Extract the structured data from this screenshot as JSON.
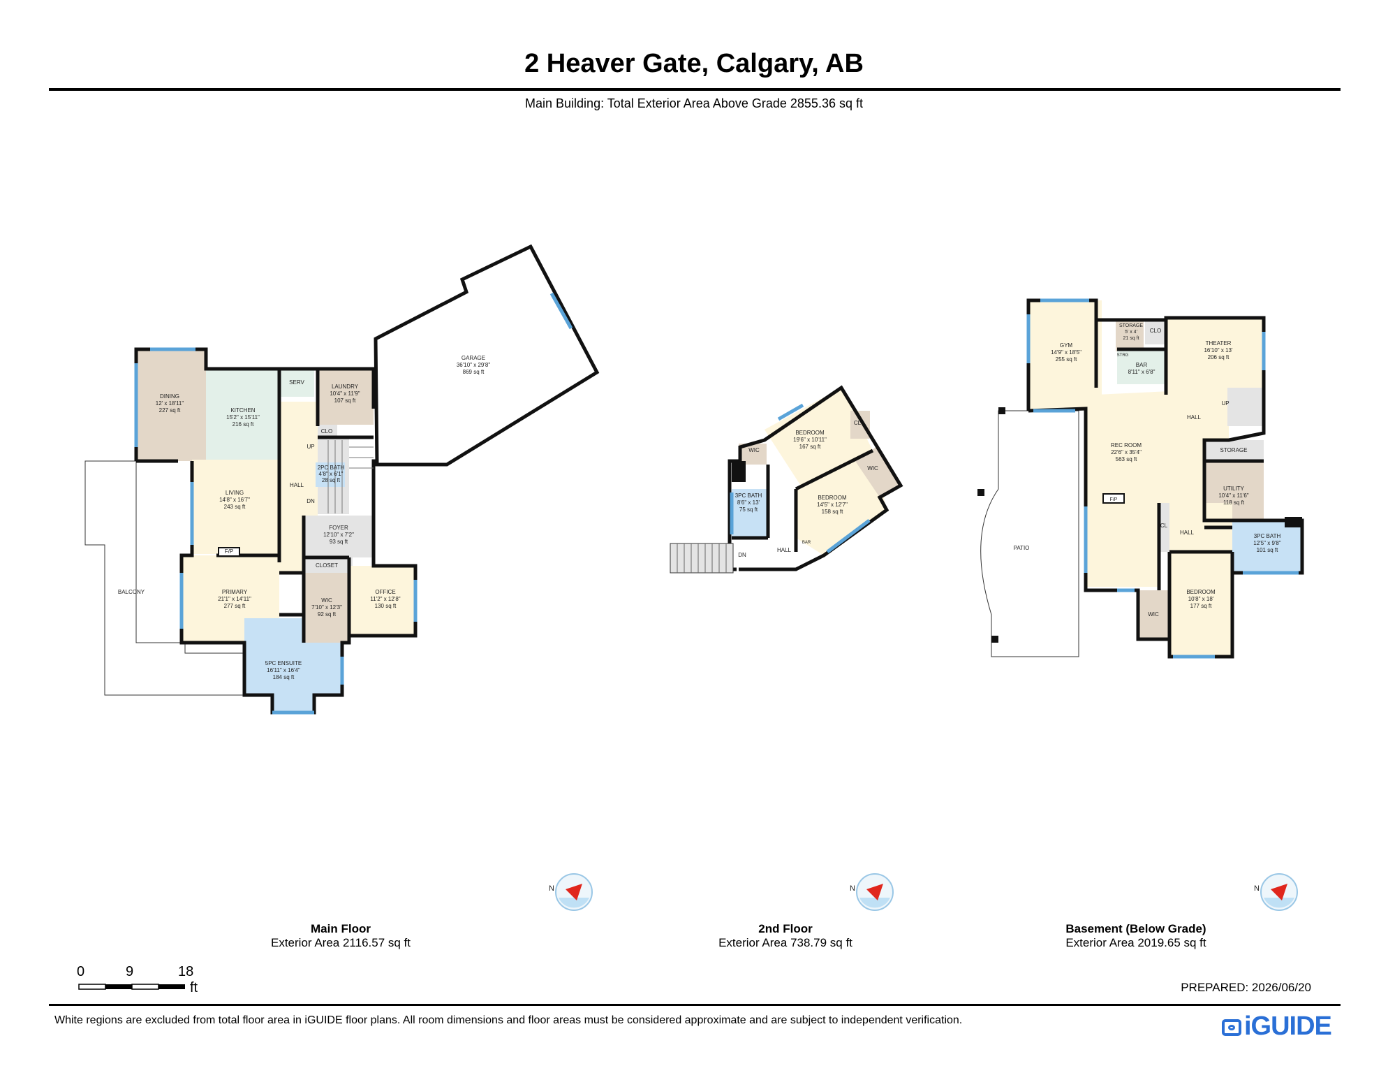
{
  "title": "2 Heaver Gate, Calgary, AB",
  "subtitle": "Main Building: Total Exterior Area Above Grade 2855.36 sq ft",
  "floors": [
    {
      "name": "Main Floor",
      "area": "Exterior Area 2116.57 sq ft"
    },
    {
      "name": "2nd Floor",
      "area": "Exterior Area 738.79 sq ft"
    },
    {
      "name": "Basement (Below Grade)",
      "area": "Exterior Area 2019.65 sq ft"
    }
  ],
  "rooms_main": {
    "dining": [
      "DINING",
      "12' x 18'11\"",
      "227 sq ft"
    ],
    "kitchen": [
      "KITCHEN",
      "15'2\" x 15'11\"",
      "216 sq ft"
    ],
    "serv": "SERV",
    "laundry": [
      "LAUNDRY",
      "10'4\" x 11'9\"",
      "107 sq ft"
    ],
    "clo": "CLO",
    "garage": [
      "GARAGE",
      "36'10\" x 29'8\"",
      "869 sq ft"
    ],
    "living": [
      "LIVING",
      "14'8\" x 16'7\"",
      "243 sq ft"
    ],
    "hall": "HALL",
    "up": "UP",
    "dn": "DN",
    "bath2": [
      "2PC BATH",
      "4'8\" x 6'1\"",
      "28 sq ft"
    ],
    "foyer": [
      "FOYER",
      "12'10\" x 7'2\"",
      "93 sq ft"
    ],
    "closet": "CLOSET",
    "fp": "F/P",
    "primary": [
      "PRIMARY",
      "21'1\" x 14'11\"",
      "277 sq ft"
    ],
    "wic": [
      "WIC",
      "7'10\" x 12'3\"",
      "92 sq ft"
    ],
    "office": [
      "OFFICE",
      "11'2\" x 12'8\"",
      "130 sq ft"
    ],
    "ensuite": [
      "5PC ENSUITE",
      "16'11\" x 16'4\"",
      "184 sq ft"
    ],
    "balcony": "BALCONY"
  },
  "rooms_2nd": {
    "bedroom1": [
      "BEDROOM",
      "19'6\" x 10'11\"",
      "167 sq ft"
    ],
    "cl": "CL",
    "wic_a": "WIC",
    "wic_b": "WIC",
    "bath3": [
      "3PC BATH",
      "8'6\" x 13'",
      "75 sq ft"
    ],
    "bedroom2": [
      "BEDROOM",
      "14'5\" x 12'7\"",
      "158 sq ft"
    ],
    "hall": "HALL",
    "dn": "DN",
    "bar": "BAR"
  },
  "rooms_base": {
    "gym": [
      "GYM",
      "14'9\" x 18'5\"",
      "255 sq ft"
    ],
    "storage_a": [
      "STORAGE",
      "5' x 4'",
      "21 sq ft"
    ],
    "strg": "STRG",
    "clo": "CLO",
    "bar": [
      "BAR",
      "8'11\" x 6'8\""
    ],
    "theater": [
      "THEATER",
      "16'10\" x 13'",
      "206 sq ft"
    ],
    "up": "UP",
    "hall_a": "HALL",
    "storage_b": "STORAGE",
    "rec": [
      "REC ROOM",
      "22'6\" x 35'4\"",
      "563 sq ft"
    ],
    "fp": "F/P",
    "utility": [
      "UTILITY",
      "10'4\" x 11'6\"",
      "118 sq ft"
    ],
    "patio": "PATIO",
    "cl": "CL",
    "hall_b": "HALL",
    "bath3": [
      "3PC BATH",
      "12'5\" x 9'8\"",
      "101 sq ft"
    ],
    "bedroom": [
      "BEDROOM",
      "10'8\" x 18'",
      "177 sq ft"
    ],
    "wic": "WIC"
  },
  "compass_label": "N",
  "scale": {
    "ticks": [
      "0",
      "9",
      "18"
    ],
    "unit": "ft"
  },
  "prepared": "PREPARED: 2026/06/20",
  "disclaimer": "White regions are excluded from total floor area in iGUIDE floor plans. All room dimensions and floor areas must be considered approximate and are subject to independent verification.",
  "logo": "iGUIDE",
  "colors": {
    "tan": "#e3d7c8",
    "green": "#e3f0e9",
    "cream": "#fdf5dc",
    "blue": "#c7e1f5",
    "gray": "#e4e4e4",
    "wall": "#111111",
    "window": "#5aa3d8"
  }
}
